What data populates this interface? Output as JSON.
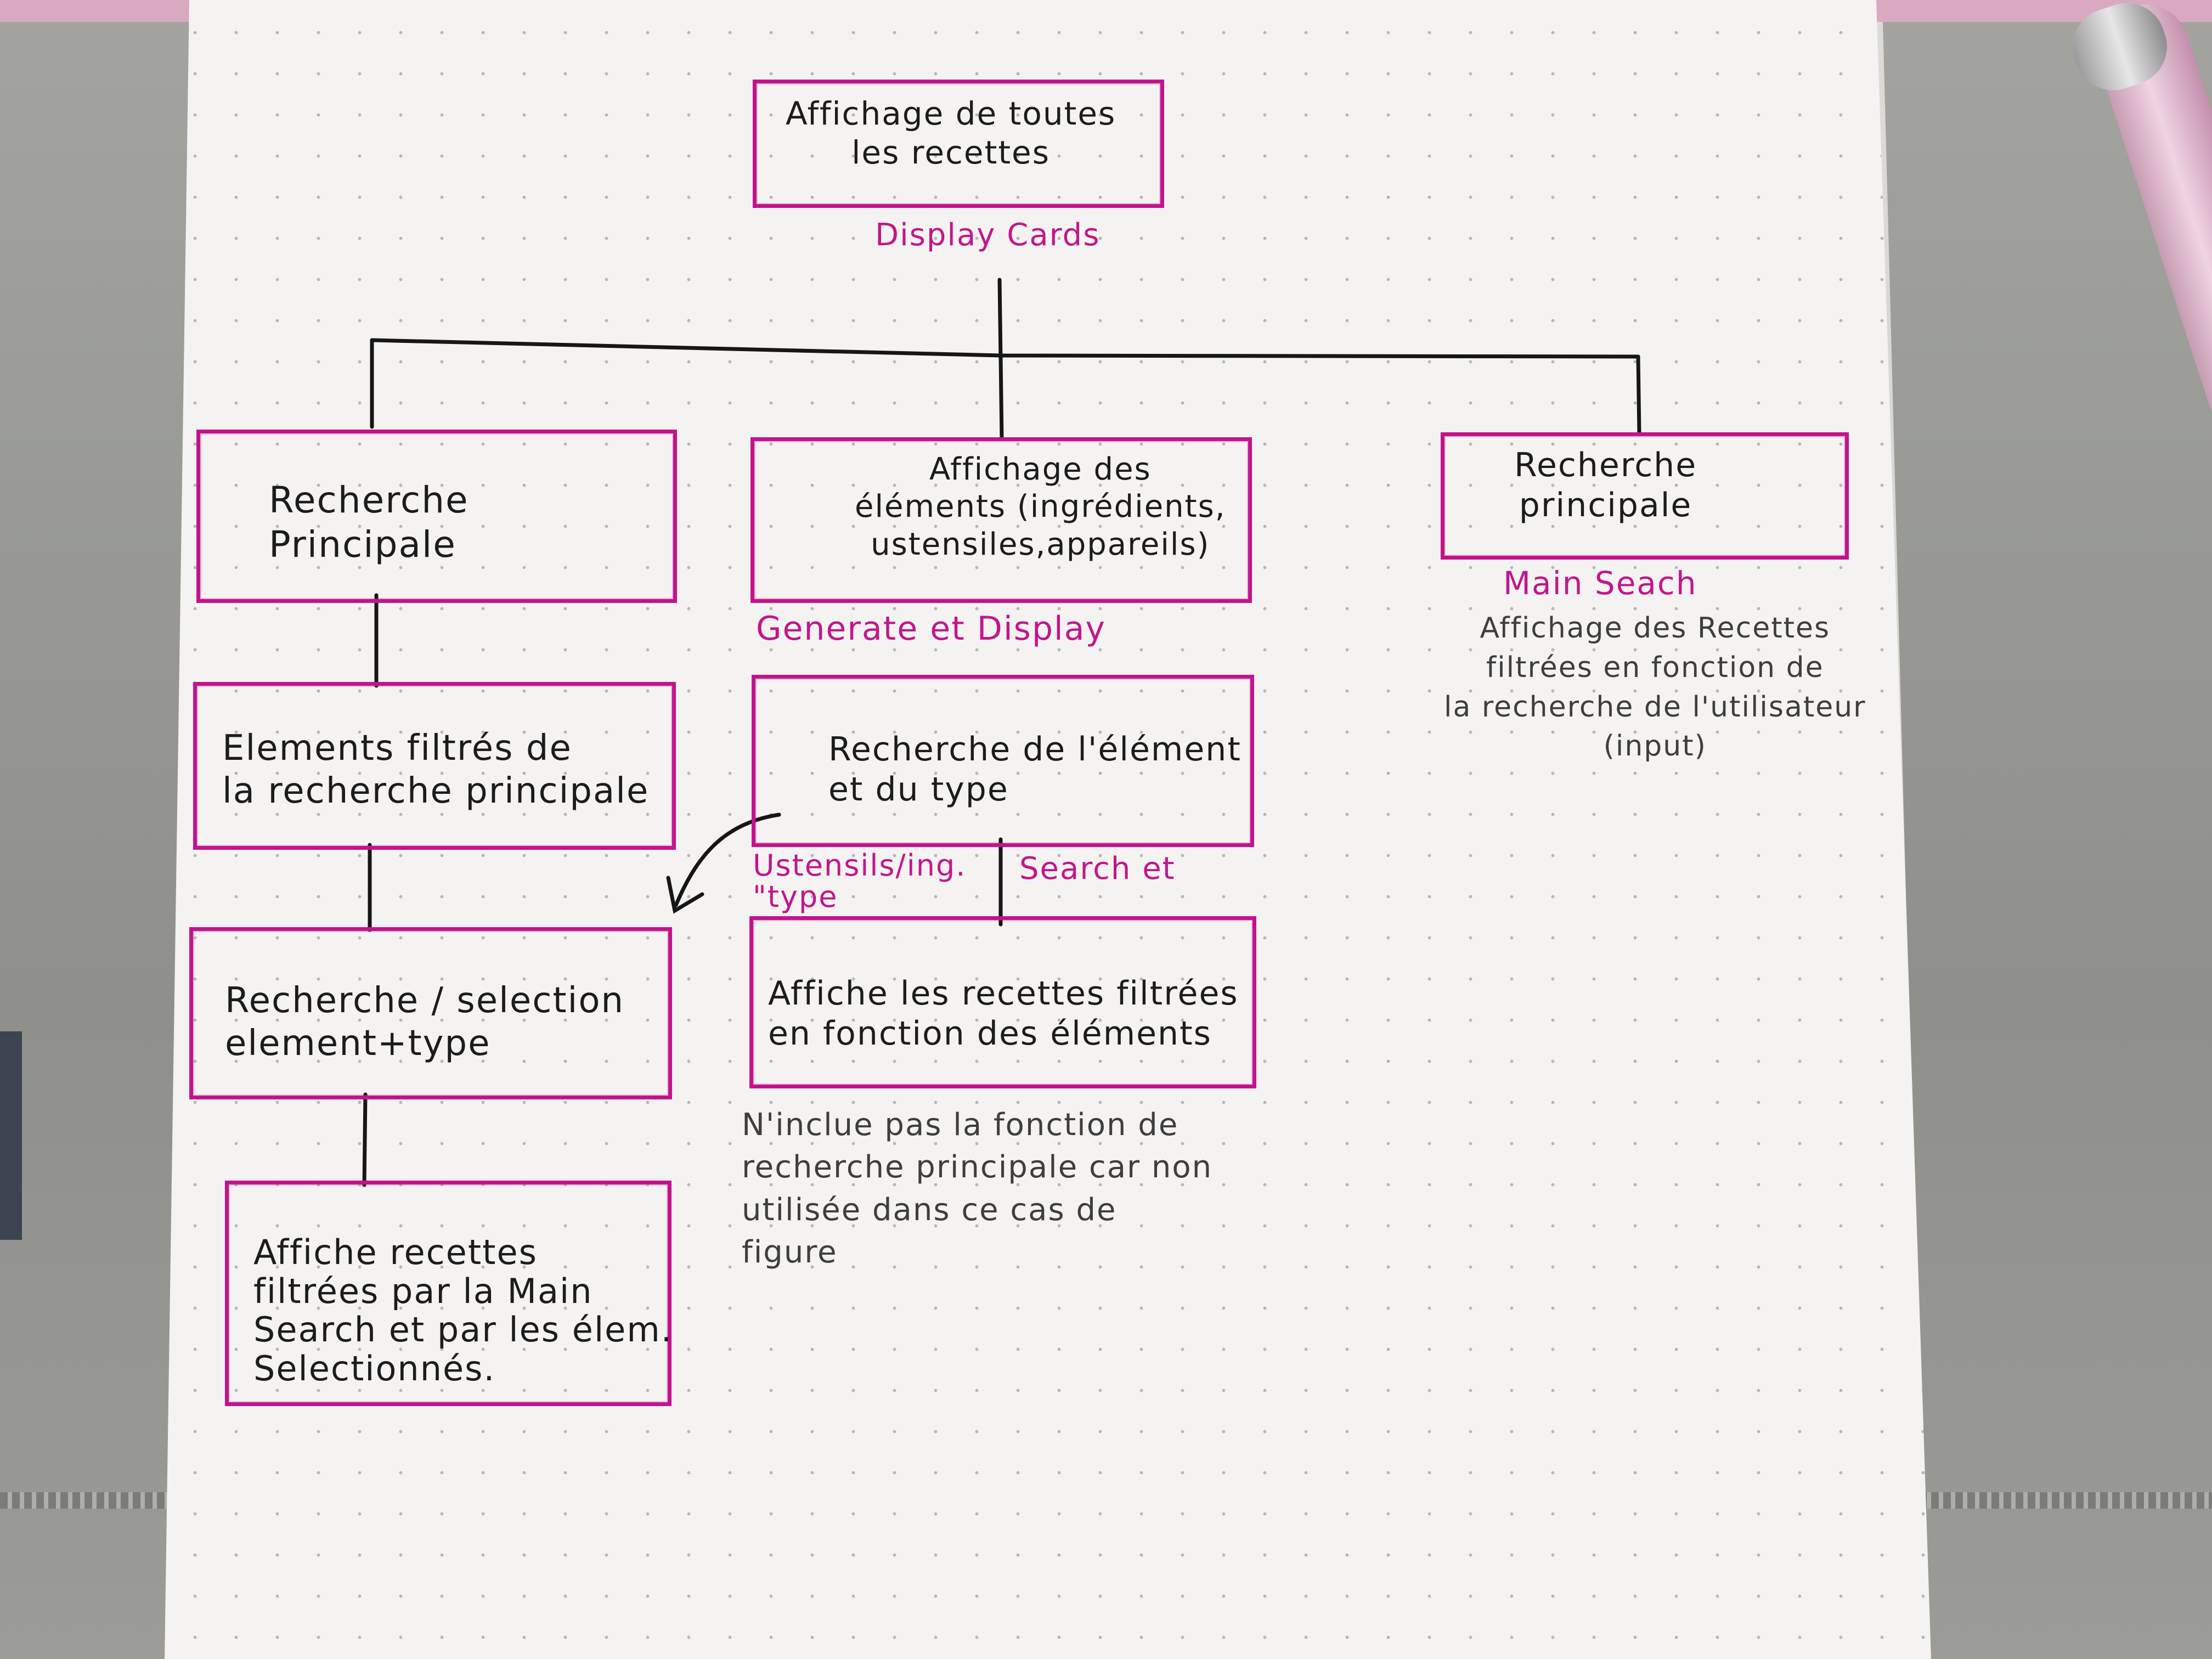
{
  "diagram": {
    "root": {
      "text": "Affichage de toutes\nles recettes",
      "label": "Display Cards"
    },
    "branches": {
      "left": {
        "nodes": [
          {
            "text": "Recherche\nPrincipale"
          },
          {
            "text": "Elements filtrés de\nla recherche principale"
          },
          {
            "text": "Recherche / selection\nelement+type"
          },
          {
            "text": "Affiche recettes\nfiltrées par la Main\nSearch et par les élem.\nSelectionnés."
          }
        ]
      },
      "middle": {
        "nodes": [
          {
            "text": "Affichage des\néléments (ingrédients,\nustensiles,appareils)",
            "label": "Generate et Display"
          },
          {
            "text": "Recherche de l'élément\net du type",
            "label_left": "Ustensils/ing.\n\"type",
            "label_right": "Search et"
          },
          {
            "text": "Affiche les recettes filtrées\nen fonction des éléments"
          }
        ],
        "note": "N'inclue pas la fonction de\nrecherche principale car non\nutilisée dans ce cas de\nfigure"
      },
      "right": {
        "nodes": [
          {
            "text": "Recherche\nprincipale",
            "label": "Main Seach"
          }
        ],
        "note": "Affichage des Recettes\nfiltrées en fonction de\nla recherche de l'utilisateur\n(input)"
      }
    },
    "colors": {
      "ink": "#1c1c1c",
      "highlighter": "#c2138d",
      "paper": "#f4f3f1"
    }
  }
}
